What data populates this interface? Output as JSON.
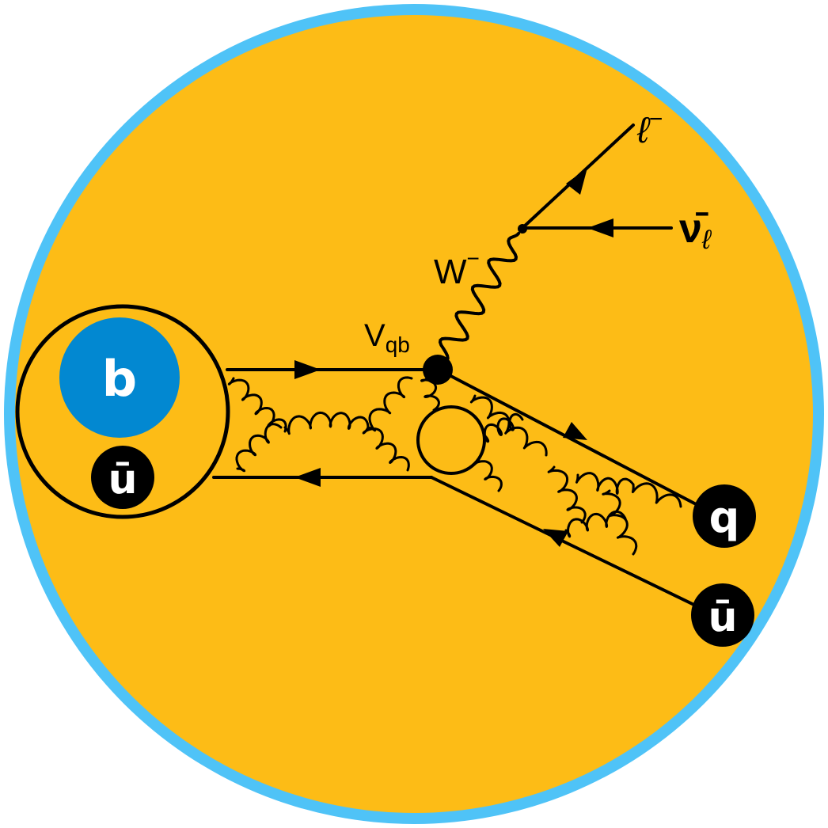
{
  "colors": {
    "ring": "#4FC3F7",
    "background": "#FDBC16",
    "b_quark": "#0288D1",
    "b_quark_accent": "#2E7BE6",
    "ink": "#000000"
  },
  "particles": {
    "b": "b",
    "u_bar_left": "ū",
    "q": "q",
    "u_bar_right": "ū"
  },
  "labels": {
    "vertex": "V",
    "vertex_sub": "qb",
    "w_boson": "W",
    "w_sup": "−",
    "lepton": "ℓ",
    "lepton_sup": "−",
    "neutrino": "ν̄",
    "neutrino_sub": "ℓ"
  }
}
